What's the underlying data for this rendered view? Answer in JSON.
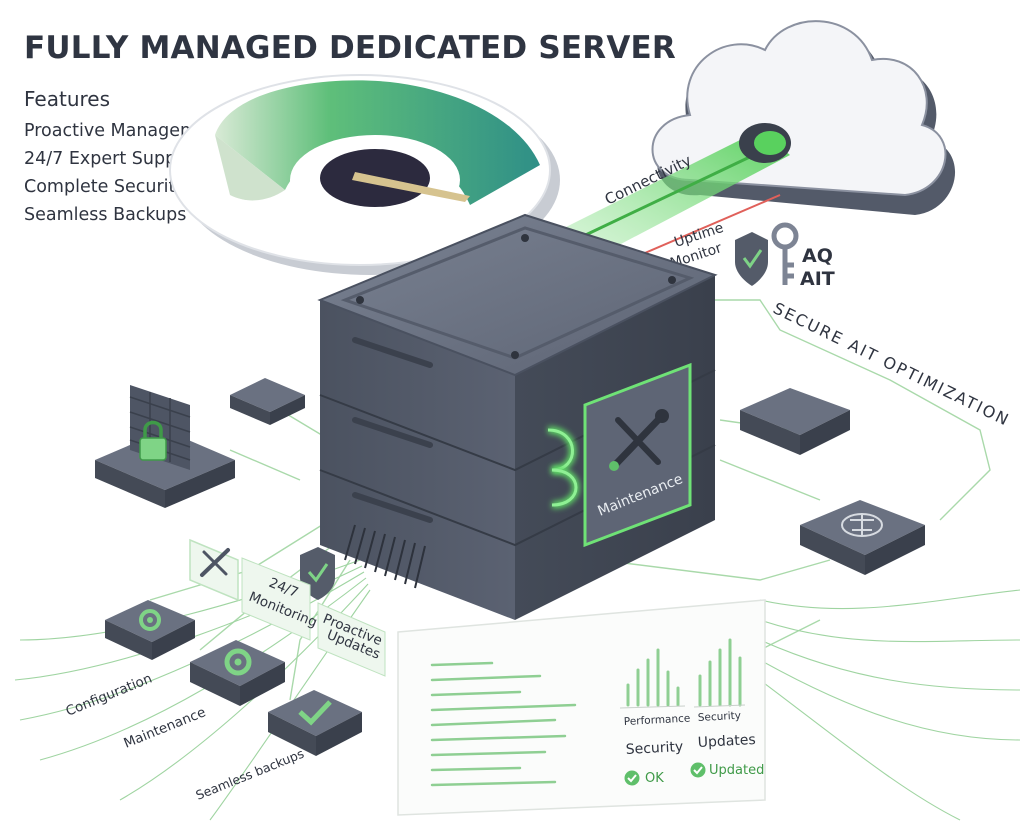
{
  "title": "FULLY MANAGED DEDICATED SERVER",
  "features": {
    "heading": "Features",
    "items": [
      "Proactive Management",
      "24/7 Expert Support",
      "Complete Security",
      "Seamless Backups"
    ]
  },
  "labels": {
    "connectivity": "Connectivity",
    "uptime_monitor_line1": "Uptime",
    "uptime_monitor_line2": "Monitor",
    "aq_ait_line1": "AQ",
    "aq_ait_line2": "AIT",
    "secure_ait_optimization": "SECURE AIT OPTIMIZATION",
    "maintenance_panel": "Maintenance",
    "monitoring_line1": "24/7",
    "monitoring_line2": "Monitoring",
    "proactive_line1": "Proactive",
    "proactive_line2": "Updates",
    "configuration": "Configuration",
    "maintenance_node": "Maintenance",
    "seamless_backups_node": "Seamless backups"
  },
  "report": {
    "performance_label": "Performance",
    "security_label": "Security",
    "security_heading": "Security",
    "updates_heading": "Updates",
    "security_status": "OK",
    "updates_status": "Updated"
  },
  "colors": {
    "accent_green": "#5fbf6a",
    "server_dark": "#4e5564",
    "server_mid": "#6a7181",
    "line_green": "#8ccf8e",
    "uptime_red": "#e0605a"
  },
  "icons": [
    "padlock-brick-wall-icon",
    "gauge-icon",
    "cloud-icon",
    "key-icon",
    "shield-check-icon",
    "wrench-screwdriver-icon",
    "gear-icon",
    "checkmark-icon",
    "brain-chip-icon",
    "bar-chart-icon"
  ]
}
